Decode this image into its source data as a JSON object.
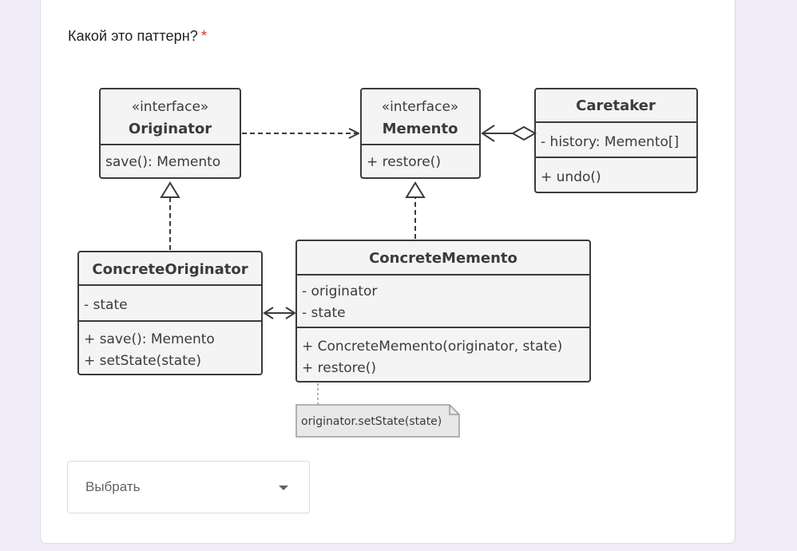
{
  "question": {
    "text": "Какой это паттерн?",
    "required_mark": "*"
  },
  "diagram": {
    "originator": {
      "stereotype": "«interface»",
      "name": "Originator",
      "methods": [
        "save(): Memento"
      ]
    },
    "memento": {
      "stereotype": "«interface»",
      "name": "Memento",
      "methods": [
        "+ restore()"
      ]
    },
    "caretaker": {
      "name": "Caretaker",
      "fields": [
        "- history: Memento[]"
      ],
      "methods": [
        "+ undo()"
      ]
    },
    "concrete_originator": {
      "name": "ConcreteOriginator",
      "fields": [
        "- state"
      ],
      "methods": [
        "+ save(): Memento",
        "+ setState(state)"
      ]
    },
    "concrete_memento": {
      "name": "ConcreteMemento",
      "fields": [
        "- originator",
        "- state"
      ],
      "methods": [
        "+ ConcreteMemento(originator, state)",
        "+ restore()"
      ]
    },
    "note": "originator.setState(state)"
  },
  "dropdown": {
    "placeholder": "Выбрать",
    "icon": "caret-down-icon"
  },
  "colors": {
    "background": "#f0ebf8",
    "required": "#d93025",
    "box_fill": "#f4f4f4",
    "box_stroke": "#3b3b3b",
    "note_fill": "#e8e8e8"
  }
}
